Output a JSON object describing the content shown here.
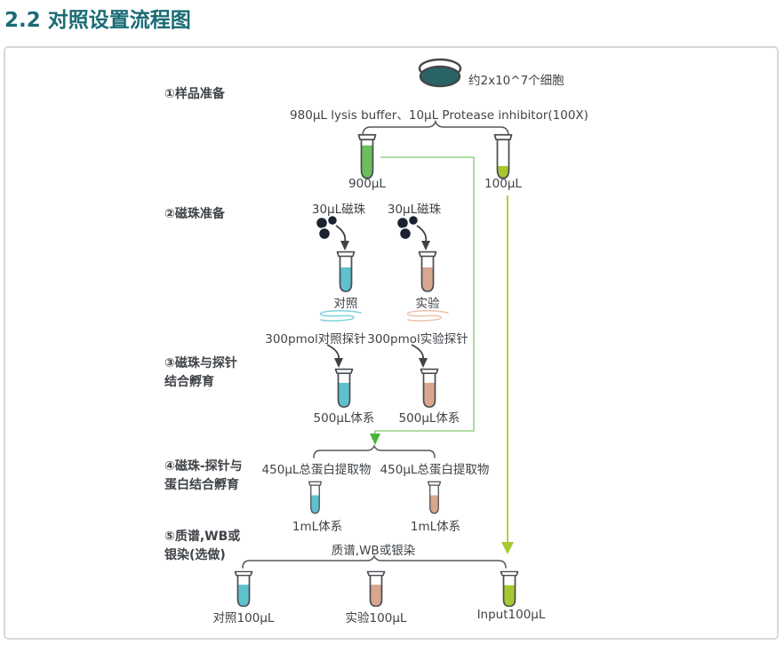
{
  "title": "2.2 对照设置流程图",
  "colors": {
    "title": "#1a6b75",
    "text": "#3f4347",
    "outline": "#4a4e52",
    "brace": "#54585c",
    "panel_border": "#d8d8d8",
    "dish": "#2a6465",
    "bead": "#1b2230",
    "arrow": "#3f4347",
    "lysate": "#6cbe5c",
    "input": "#a8c832",
    "control": "#5fc1cd",
    "experiment": "#d8a78e",
    "squiggle_control": "#82d2dd",
    "squiggle_experiment": "#eec2ab",
    "connector_line": "#95d287",
    "connector_arrow": "#4db33c"
  },
  "steps": [
    {
      "lines": [
        "①样品准备"
      ]
    },
    {
      "lines": [
        "②磁珠准备"
      ]
    },
    {
      "lines": [
        "③磁珠与探针",
        "结合孵育"
      ]
    },
    {
      "lines": [
        "④磁珠-探针与",
        "蛋白结合孵育"
      ]
    },
    {
      "lines": [
        "⑤质谱,WB或",
        "银染(选做)"
      ]
    }
  ],
  "labels": {
    "cells": "约2x10^7个细胞",
    "lysis": "980μL lysis buffer、10μL Protease inhibitor(100X)",
    "v900": "900μL",
    "v100": "100μL",
    "beads_left": "30μL磁珠",
    "beads_right": "30μL磁珠",
    "control": "对照",
    "experiment": "实验",
    "probe_control": "300pmol对照探针",
    "probe_experiment": "300pmol实验探针",
    "sys500_left": "500μL体系",
    "sys500_right": "500μL体系",
    "protein_left": "450μL总蛋白提取物",
    "protein_right": "450μL总蛋白提取物",
    "sys1ml_left": "1mL体系",
    "sys1ml_right": "1mL体系",
    "ms": "质谱,WB或银染",
    "final_control": "对照100μL",
    "final_experiment": "实验100μL",
    "final_input": "Input100μL"
  }
}
